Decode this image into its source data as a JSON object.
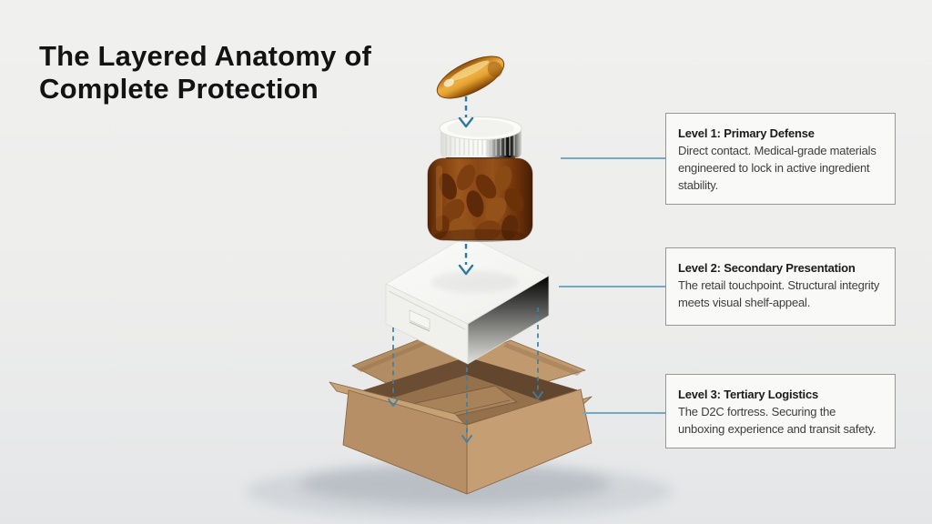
{
  "page": {
    "title_line1": "The Layered Anatomy of",
    "title_line2": "Complete Protection"
  },
  "callouts": [
    {
      "id": "level-1",
      "title": "Level 1: Primary Defense",
      "description": "Direct contact. Medical-grade materials engineered to lock in active ingredient stability."
    },
    {
      "id": "level-2",
      "title": "Level 2: Secondary Presentation",
      "description": "The retail touchpoint. Structural integrity meets visual shelf-appeal."
    },
    {
      "id": "level-3",
      "title": "Level 3: Tertiary Logistics",
      "description": "The D2C fortress. Securing the unboxing experience and transit safety."
    }
  ],
  "illustration": {
    "icons": [
      "softgel-capsule",
      "amber-pill-bottle",
      "white-retail-box",
      "kraft-shipping-box",
      "flow-arrow-down",
      "drop-line-dashed"
    ]
  },
  "colors": {
    "background": "#ededec",
    "title_text": "#131313",
    "callout_background": "#f9f9f8",
    "callout_border": "#979797",
    "connector_line": "#74a8c4",
    "flow_arrow": "#2e78a2",
    "capsule_gold": "#e8a737",
    "bottle_amber": "#8a4714",
    "retail_box_white": "#f2f2ef",
    "shipping_box_kraft": "#bf9a6e"
  }
}
